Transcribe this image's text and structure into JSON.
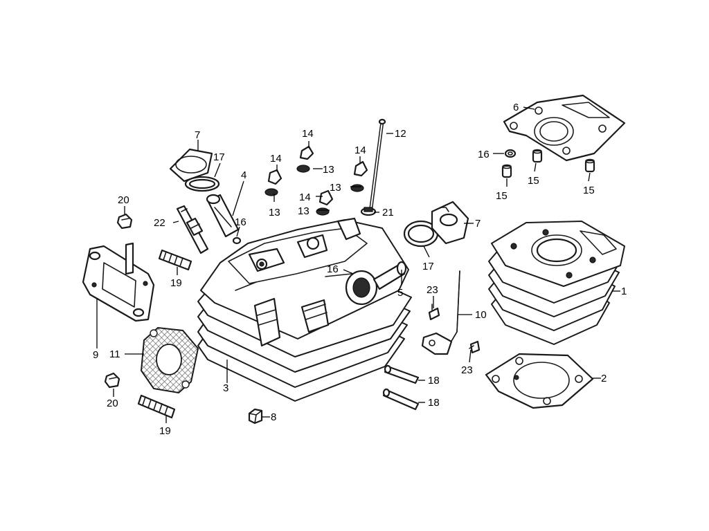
{
  "diagram": {
    "callouts": [
      {
        "id": "c1",
        "text": "1"
      },
      {
        "id": "c2",
        "text": "2"
      },
      {
        "id": "c3",
        "text": "3"
      },
      {
        "id": "c4",
        "text": "4"
      },
      {
        "id": "c5",
        "text": "5"
      },
      {
        "id": "c6",
        "text": "6"
      },
      {
        "id": "c7a",
        "text": "7"
      },
      {
        "id": "c7b",
        "text": "7"
      },
      {
        "id": "c8",
        "text": "8"
      },
      {
        "id": "c9",
        "text": "9"
      },
      {
        "id": "c10",
        "text": "10"
      },
      {
        "id": "c11",
        "text": "11"
      },
      {
        "id": "c12",
        "text": "12"
      },
      {
        "id": "c13a",
        "text": "13"
      },
      {
        "id": "c13b",
        "text": "13"
      },
      {
        "id": "c13c",
        "text": "13"
      },
      {
        "id": "c13d",
        "text": "13"
      },
      {
        "id": "c14a",
        "text": "14"
      },
      {
        "id": "c14b",
        "text": "14"
      },
      {
        "id": "c14c",
        "text": "14"
      },
      {
        "id": "c14d",
        "text": "14"
      },
      {
        "id": "c15a",
        "text": "15"
      },
      {
        "id": "c15b",
        "text": "15"
      },
      {
        "id": "c15c",
        "text": "15"
      },
      {
        "id": "c16a",
        "text": "16"
      },
      {
        "id": "c16b",
        "text": "16"
      },
      {
        "id": "c16c",
        "text": "16"
      },
      {
        "id": "c17a",
        "text": "17"
      },
      {
        "id": "c17b",
        "text": "17"
      },
      {
        "id": "c18a",
        "text": "18"
      },
      {
        "id": "c18b",
        "text": "18"
      },
      {
        "id": "c19a",
        "text": "19"
      },
      {
        "id": "c19b",
        "text": "19"
      },
      {
        "id": "c20a",
        "text": "20"
      },
      {
        "id": "c20b",
        "text": "20"
      },
      {
        "id": "c21",
        "text": "21"
      },
      {
        "id": "c22",
        "text": "22"
      },
      {
        "id": "c23a",
        "text": "23"
      },
      {
        "id": "c23b",
        "text": "23"
      }
    ]
  }
}
